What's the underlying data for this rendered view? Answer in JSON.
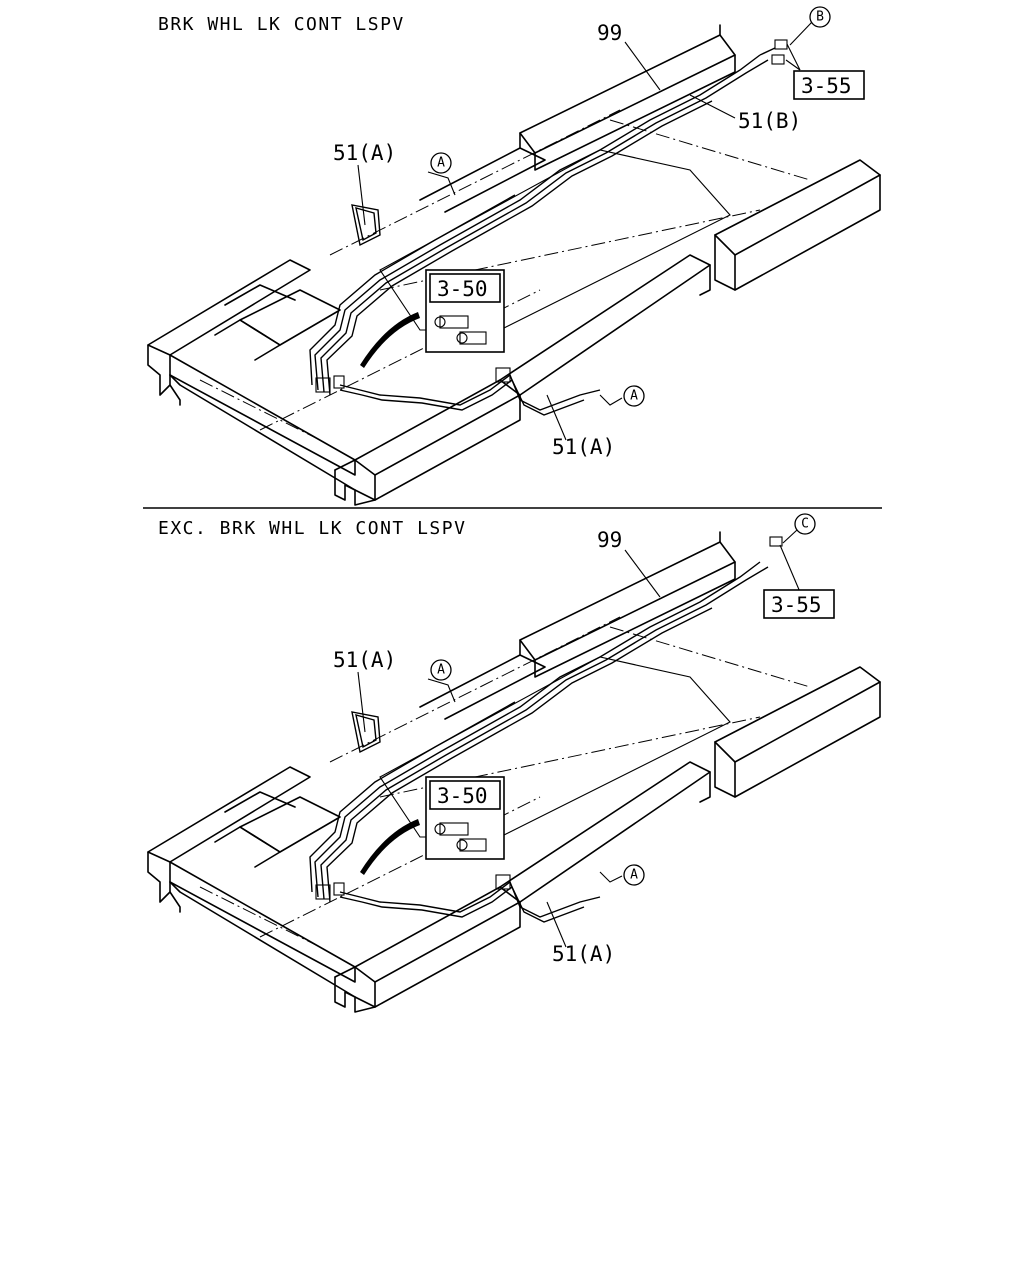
{
  "top": {
    "title": "BRK WHL LK CONT LSPV",
    "labels": {
      "part_99": "99",
      "part_51b": "51(B)",
      "part_51a_upper": "51(A)",
      "part_51a_lower": "51(A)",
      "ref_3_55": "3-55",
      "ref_3_50": "3-50",
      "circle_b": "B",
      "circle_a_upper": "A",
      "circle_a_lower": "A"
    }
  },
  "bottom": {
    "title": "EXC. BRK WHL LK CONT LSPV",
    "labels": {
      "part_99": "99",
      "part_51a_upper": "51(A)",
      "part_51a_lower": "51(A)",
      "ref_3_55": "3-55",
      "ref_3_50": "3-50",
      "circle_c": "C",
      "circle_a_upper": "A",
      "circle_a_lower": "A"
    }
  }
}
